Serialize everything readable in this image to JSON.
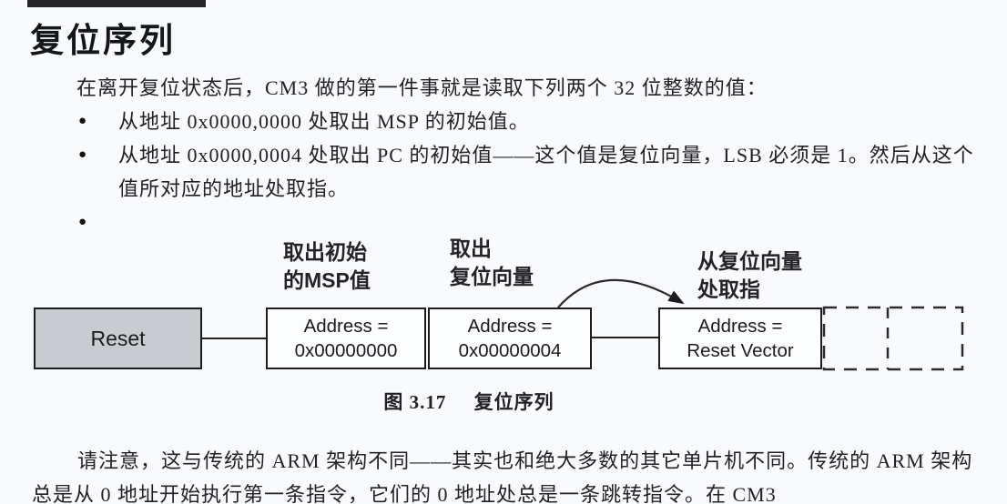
{
  "header": {
    "title": "复位序列"
  },
  "content": {
    "bullet_glyph": "●",
    "intro": "在离开复位状态后，CM3 做的第一件事就是读取下列两个 32 位整数的值：",
    "bullets": [
      "从地址 0x0000,0000 处取出 MSP 的初始值。",
      "从地址 0x0000,0004 处取出 PC 的初始值——这个值是复位向量，LSB 必须是 1。然后从这个值所对应的地址处取指。",
      ""
    ]
  },
  "figure": {
    "step_labels": [
      {
        "line1": "取出初始",
        "line2": "的MSP值"
      },
      {
        "line1": "取出",
        "line2": "复位向量"
      },
      {
        "line1": "从复位向量",
        "line2": "处取指"
      }
    ],
    "boxes": {
      "reset": {
        "label": "Reset"
      },
      "addr0": {
        "line1": "Address =",
        "line2": "0x00000000"
      },
      "addr4": {
        "line1": "Address =",
        "line2": "0x00000004"
      },
      "vector": {
        "line1": "Address =",
        "line2": "Reset Vector"
      }
    },
    "caption": {
      "label": "图 3.17",
      "title": "复位序列"
    }
  },
  "footer": {
    "text": "请注意，这与传统的 ARM 架构不同——其实也和绝大多数的其它单片机不同。传统的 ARM 架构总是从 0 地址开始执行第一条指令，它们的 0 地址处总是一条跳转指令。在 CM3"
  },
  "colors": {
    "page_bg": "#f8fafc",
    "text": "#212126",
    "box_border": "#1c1c1f",
    "box_fill": "#fcfdff",
    "reset_box_fill": "#c8ccd1",
    "artifact_bar": "#26262a"
  }
}
